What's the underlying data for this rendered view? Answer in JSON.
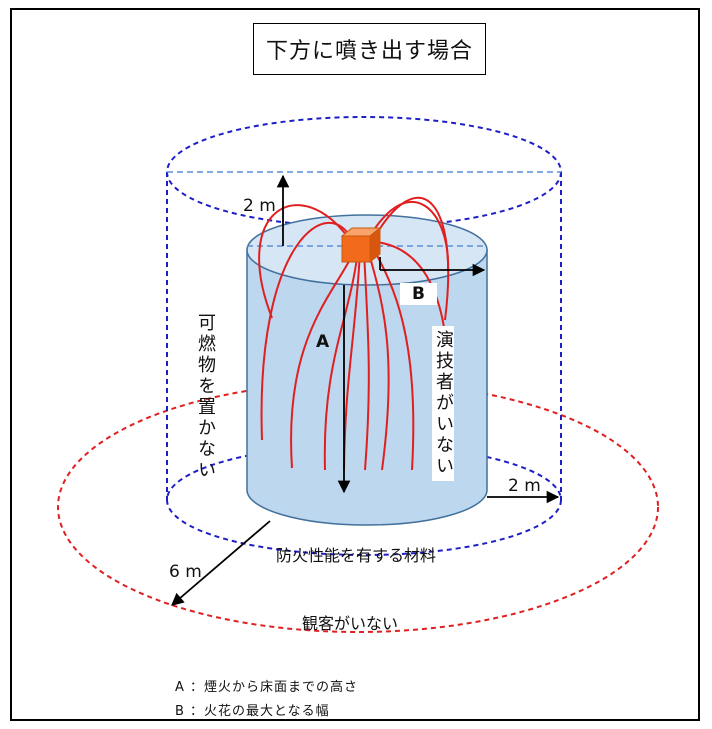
{
  "title": "下方に噴き出す場合",
  "labels": {
    "top_distance": "2 m",
    "a": "A",
    "b": "B",
    "side_distance": "2 m",
    "diagonal_distance": "6 m",
    "material": "防火性能を有する材料",
    "no_audience": "観客がいない",
    "no_performers": "演技者がいない",
    "no_combustibles": "可燃物を置かない"
  },
  "legend": {
    "a": "A ：煙火から床面までの高さ",
    "b": "B ：火花の最大となる幅"
  },
  "colors": {
    "cylinder_fill": "#bdd7ee",
    "cylinder_stroke": "#41719c",
    "blue_dashed": "#1f1fc8",
    "red_dashed": "#e02020",
    "spark_lines": "#e02020",
    "device": "#f26b1d"
  }
}
